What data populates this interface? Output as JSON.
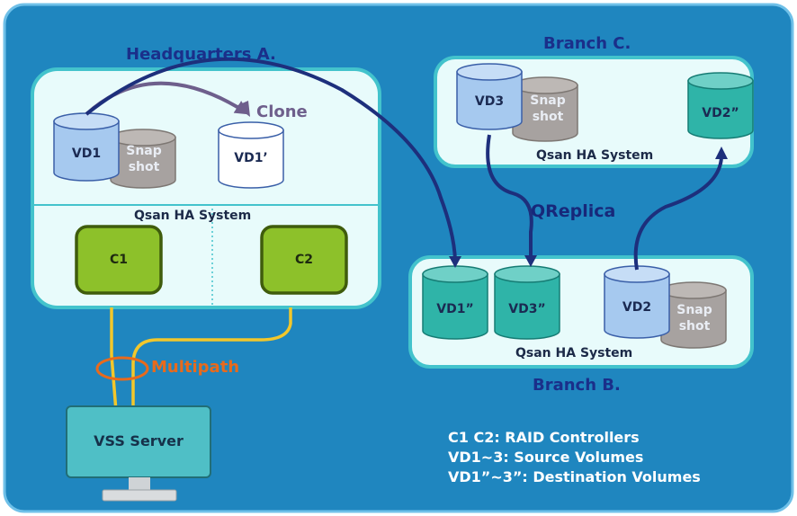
{
  "colors": {
    "background": "#1f86bf",
    "panel": "#e8fbfb",
    "panel_border": "#43c3cc",
    "source_volume": "#a6c9ef",
    "destination_volume": "#2fb4a8",
    "snapshot": "#a7a2a0",
    "controller": "#8dc12a",
    "arrow": "#1d2f7c",
    "clone_arrow": "#6e5f8c",
    "multipath_cable": "#f2c72b",
    "multipath_ring": "#e86a1c",
    "vss_monitor": "#4fbfc6"
  },
  "headquarters": {
    "title": "Headquarters A.",
    "system_label": "Qsan HA System",
    "clone_label": "Clone",
    "vd1": "VD1",
    "vd1_clone": "VD1’",
    "snapshot_label": "Snap shot",
    "controllers": [
      "C1",
      "C2"
    ]
  },
  "branch_c": {
    "title": "Branch C.",
    "system_label": "Qsan HA System",
    "vd3": "VD3",
    "snapshot_label": "Snap shot",
    "vd2_dest": "VD2”"
  },
  "branch_b": {
    "title": "Branch B.",
    "system_label": "Qsan HA System",
    "vd1_dest": "VD1”",
    "vd3_dest": "VD3”",
    "vd2": "VD2",
    "snapshot_label": "Snap shot"
  },
  "qreplica_label": "QReplica",
  "multipath_label": "Multipath",
  "vss_server_label": "VSS Server",
  "legend": [
    "C1 C2: RAID Controllers",
    "VD1~3: Source Volumes",
    "VD1”~3”: Destination Volumes"
  ]
}
